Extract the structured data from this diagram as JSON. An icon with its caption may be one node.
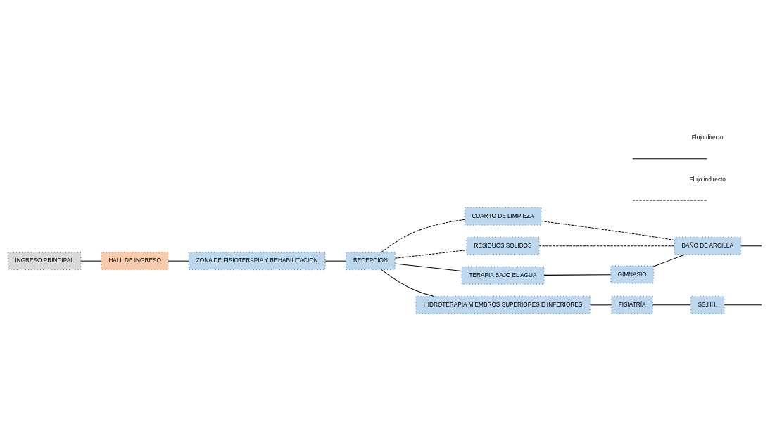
{
  "diagram": {
    "nodes": [
      {
        "text": [
          "INGRESO PRINCIPAL"
        ]
      },
      {
        "text": [
          "HALL DE INGRESO"
        ]
      },
      {
        "text": [
          "ZONA DE FISIOTERAPIA Y REHABILITACIÓN"
        ]
      },
      {
        "text": [
          "CUARTO DE LIMPIEZA"
        ]
      },
      {
        "text": [
          "RECEPCIÓN"
        ]
      },
      {
        "text": [
          "RESIDUOS SOLIDOS"
        ]
      },
      {
        "text": [
          "TERAPIA BAJO EL AGUA"
        ]
      },
      {
        "text": [
          "GIMNASIO"
        ]
      },
      {
        "text": [
          "BAÑO DE ARCILLA"
        ]
      },
      {
        "text": [
          "HIDROTERAPIA MIEMBROS SUPERIORES E INFERIORES"
        ]
      },
      {
        "text": [
          "FISIATRÍA"
        ]
      },
      {
        "text": [
          "SS.HH."
        ]
      }
    ],
    "edges": [
      {
        "from": 0,
        "to": 1,
        "arrow": "none"
      },
      {
        "from": 1,
        "to": 2,
        "arrow": "none"
      },
      {
        "from": 2,
        "to": 4,
        "arrow": "none"
      },
      {
        "from": 4,
        "to": 6,
        "arrow": "none"
      },
      {
        "from": 4,
        "to": 9,
        "arrow": "none"
      },
      {
        "from": 4,
        "to": 5,
        "arrow": "none",
        "style": "dashed"
      },
      {
        "from": 4,
        "to": 3,
        "arrow": "none",
        "style": "dashed"
      },
      {
        "from": 3,
        "to": 8,
        "arrow": "none",
        "style": "dashed"
      },
      {
        "from": 5,
        "to": 8,
        "arrow": "none",
        "style": "dashed"
      },
      {
        "from": 6,
        "to": 7,
        "arrow": "none"
      },
      {
        "from": 7,
        "to": 8,
        "arrow": "none"
      },
      {
        "from": 8,
        "to": null,
        "arrow": "none"
      },
      {
        "from": 9,
        "to": 10,
        "arrow": "none"
      },
      {
        "from": 10,
        "to": 11,
        "arrow": "none"
      },
      {
        "from": 11,
        "to": null,
        "arrow": "none"
      }
    ],
    "legend": [
      {
        "text": "Flujo directo"
      },
      {
        "text": "Flujo indirecto"
      }
    ]
  }
}
